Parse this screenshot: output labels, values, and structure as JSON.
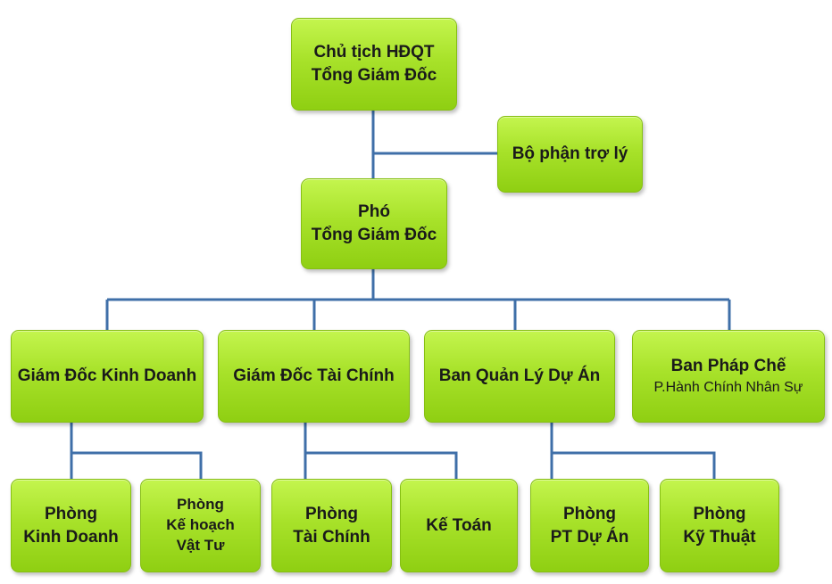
{
  "org_chart": {
    "chairman": {
      "lines": [
        "Chủ tịch HĐQT",
        "Tổng Giám Đốc"
      ]
    },
    "assistant": {
      "lines": [
        "Bộ phận trợ lý"
      ]
    },
    "deputy": {
      "lines": [
        "Phó",
        "Tổng Giám Đốc"
      ]
    },
    "departments": [
      {
        "lines": [
          "Giám Đốc Kinh Doanh"
        ],
        "units": [
          {
            "lines": [
              "Phòng",
              "Kinh Doanh"
            ]
          },
          {
            "lines": [
              "Phòng",
              "Kế hoạch",
              "Vật Tư"
            ]
          }
        ]
      },
      {
        "lines": [
          "Giám Đốc Tài Chính"
        ],
        "units": [
          {
            "lines": [
              "Phòng",
              "Tài Chính"
            ]
          },
          {
            "lines": [
              "Kế Toán"
            ]
          }
        ]
      },
      {
        "lines": [
          "Ban Quản Lý Dự Án"
        ],
        "units": [
          {
            "lines": [
              "Phòng",
              "PT Dự Án"
            ]
          },
          {
            "lines": [
              "Phòng",
              "Kỹ Thuật"
            ]
          }
        ]
      },
      {
        "lines": [
          "Ban Pháp Chế"
        ],
        "subtitle": "P.Hành Chính Nhân Sự",
        "units": []
      }
    ]
  },
  "colors": {
    "box_fill_top": "#c4f54e",
    "box_fill_bottom": "#8fcf12",
    "box_border": "#86bf12",
    "connector": "#3f6fa8",
    "text": "#1a1a1a"
  }
}
